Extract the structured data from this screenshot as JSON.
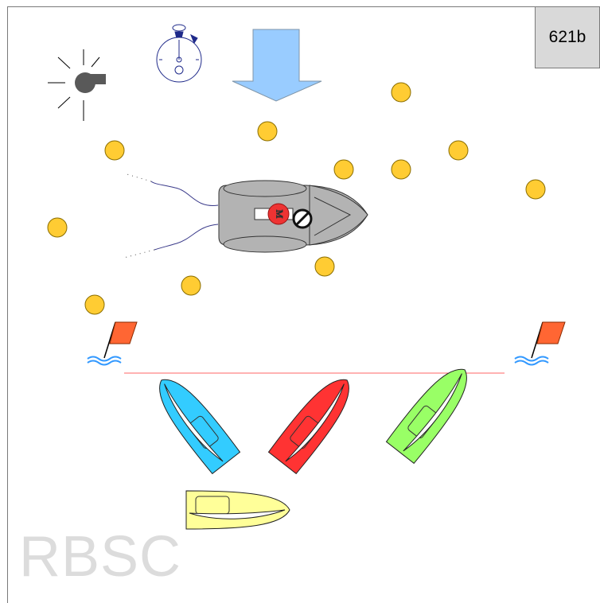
{
  "scenario_id": "621b",
  "watermark": "RBSC",
  "committee_boat_label": "M",
  "colors": {
    "buoy": "#ffcc33",
    "committee_boat": "#b3b3b3",
    "wind_arrow": "#99ccff",
    "start_line": "#ff6666",
    "flag": "#ff6633",
    "water": "#3399ff",
    "boat_blue": "#33ccff",
    "boat_red": "#ff3333",
    "boat_green": "#99ff66",
    "boat_yellow": "#ffff99"
  },
  "icons": [
    "whistle-icon",
    "stopwatch-icon",
    "wind-arrow-icon",
    "no-entry-icon",
    "start-flag-icon"
  ]
}
